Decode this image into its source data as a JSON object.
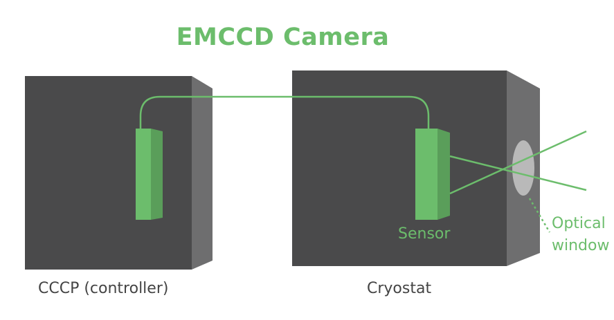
{
  "title": "EMCCD Camera",
  "labels": {
    "controller": "CCCP (controller)",
    "cryostat": "Cryostat",
    "sensor": "Sensor",
    "optical_window_line1": "Optical",
    "optical_window_line2": "window"
  },
  "colors": {
    "accent_green": "#6cbd6c",
    "box_front": "#4a4a4b",
    "box_side": "#6e6e6f",
    "window_gray": "#b9b9b9",
    "caption_text": "#444444"
  }
}
